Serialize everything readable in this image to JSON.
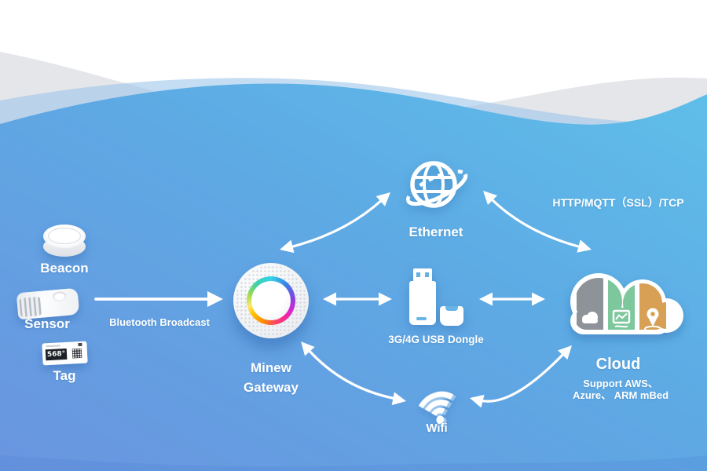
{
  "title": "Minew Gateway connectivity diagram",
  "colors": {
    "background_left": "#6A95DF",
    "background_right": "#5FBBE8",
    "wave_gray": "#E4E6EA",
    "wave_light_blue": "#9FC6E9",
    "cloud_stripe_gray": "#8D9398",
    "cloud_stripe_green": "#7CC79B",
    "cloud_stripe_orange": "#D8A055"
  },
  "devices": {
    "beacon": {
      "label": "Beacon"
    },
    "sensor": {
      "label": "Sensor"
    },
    "tag": {
      "label": "Tag",
      "display": "568°"
    }
  },
  "links": {
    "bluetooth": {
      "label": "Bluetooth Broadcast"
    },
    "protocol": {
      "label": "HTTP/MQTT（SSL）/TCP"
    }
  },
  "gateway": {
    "name_line1": "Minew",
    "name_line2": "Gateway"
  },
  "transports": {
    "ethernet": {
      "label": "Ethernet"
    },
    "usb_dongle": {
      "label": "3G/4G USB Dongle"
    },
    "wifi": {
      "label": "Wifi"
    }
  },
  "cloud": {
    "label": "Cloud",
    "support_line1": "Support AWS、",
    "support_line2": "Azure、 ARM mBed"
  }
}
